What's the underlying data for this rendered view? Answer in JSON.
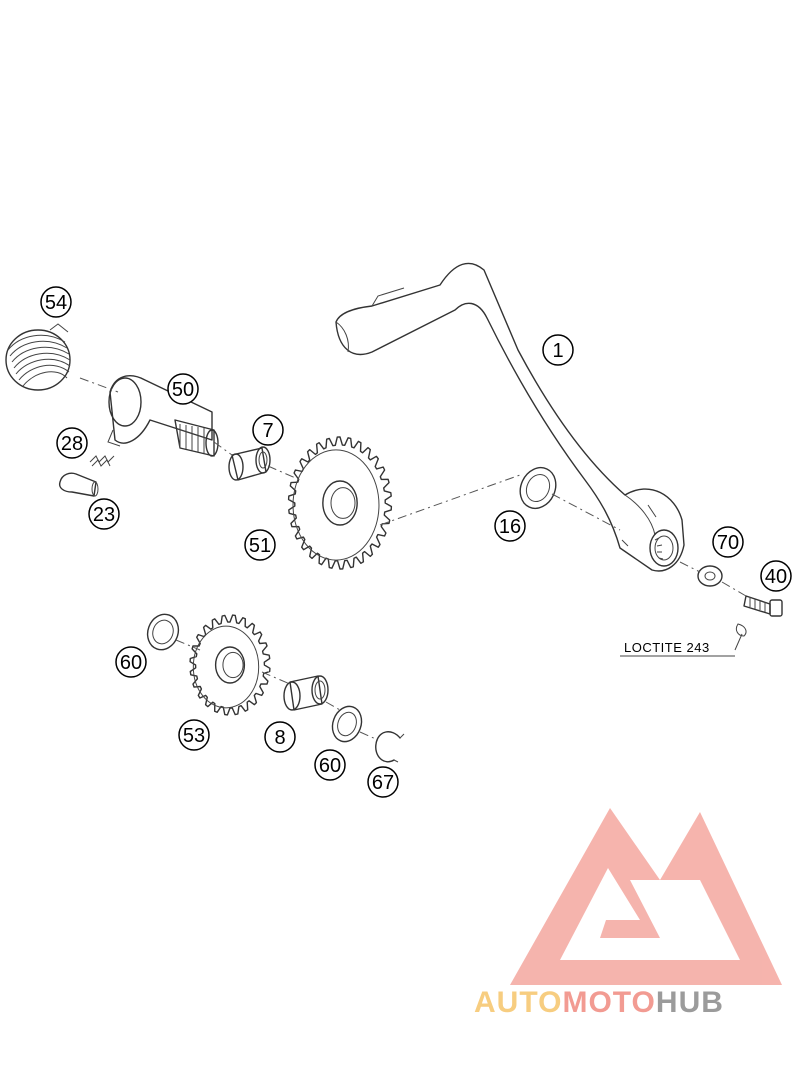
{
  "diagram": {
    "callouts": [
      {
        "id": "part-1",
        "label": "1"
      },
      {
        "id": "part-7",
        "label": "7"
      },
      {
        "id": "part-8",
        "label": "8"
      },
      {
        "id": "part-16",
        "label": "16"
      },
      {
        "id": "part-23",
        "label": "23"
      },
      {
        "id": "part-28",
        "label": "28"
      },
      {
        "id": "part-40",
        "label": "40"
      },
      {
        "id": "part-50",
        "label": "50"
      },
      {
        "id": "part-51",
        "label": "51"
      },
      {
        "id": "part-53",
        "label": "53"
      },
      {
        "id": "part-54",
        "label": "54"
      },
      {
        "id": "part-60a",
        "label": "60"
      },
      {
        "id": "part-60b",
        "label": "60"
      },
      {
        "id": "part-67",
        "label": "67"
      },
      {
        "id": "part-70",
        "label": "70"
      }
    ],
    "note": "LOCTITE 243"
  },
  "watermark": {
    "brand_part1": "AUTO",
    "brand_part2": "MOTO",
    "brand_part3": "HUB",
    "colors": {
      "yellow": "#f6c56a",
      "salmon": "#f08a80",
      "gray": "#8a8a8a"
    }
  }
}
